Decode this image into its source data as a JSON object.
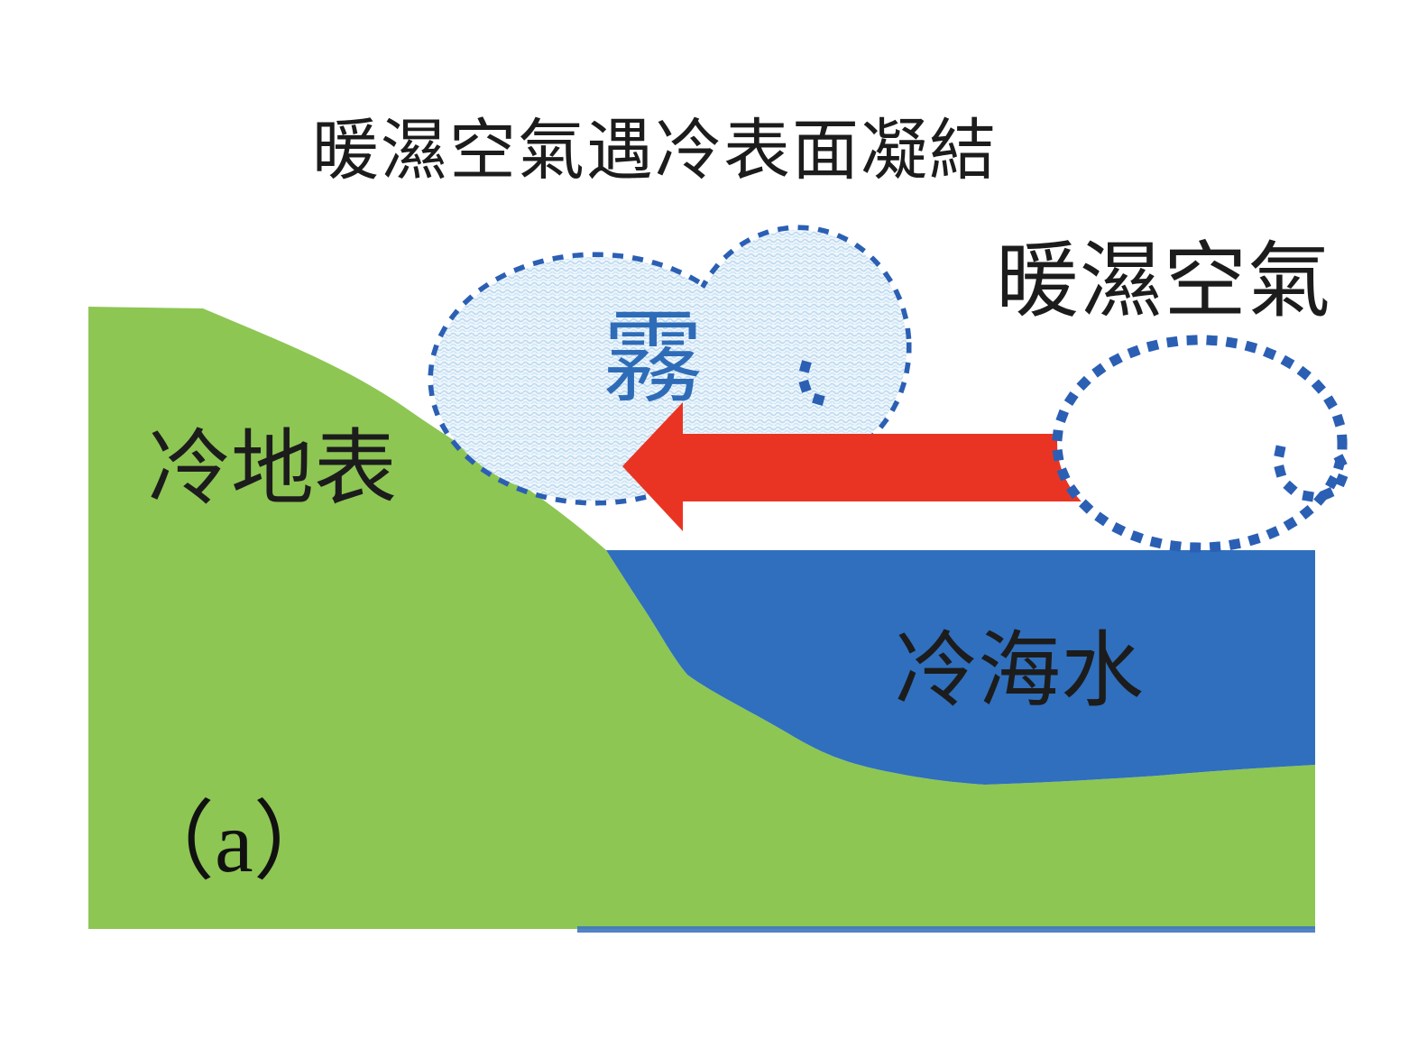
{
  "figure": {
    "title": "暖濕空氣遇冷表面凝結",
    "panel_label": "（a）",
    "labels": {
      "warm_air": "暖濕空氣",
      "fog": "霧",
      "cold_land": "冷地表",
      "cold_sea": "冷海水"
    },
    "arrow_meaning": "warm moist air flows left from sea toward cold land surface"
  },
  "colors": {
    "land": "#8dc653",
    "sea": "#2f6fbd",
    "arrow": "#ea3423",
    "dot": "#2b5fb4",
    "fogtext": "#2f6cb8",
    "ink": "#1c1c1c",
    "baseline": "#3f76c0",
    "fogfill": "#eef6fc"
  }
}
